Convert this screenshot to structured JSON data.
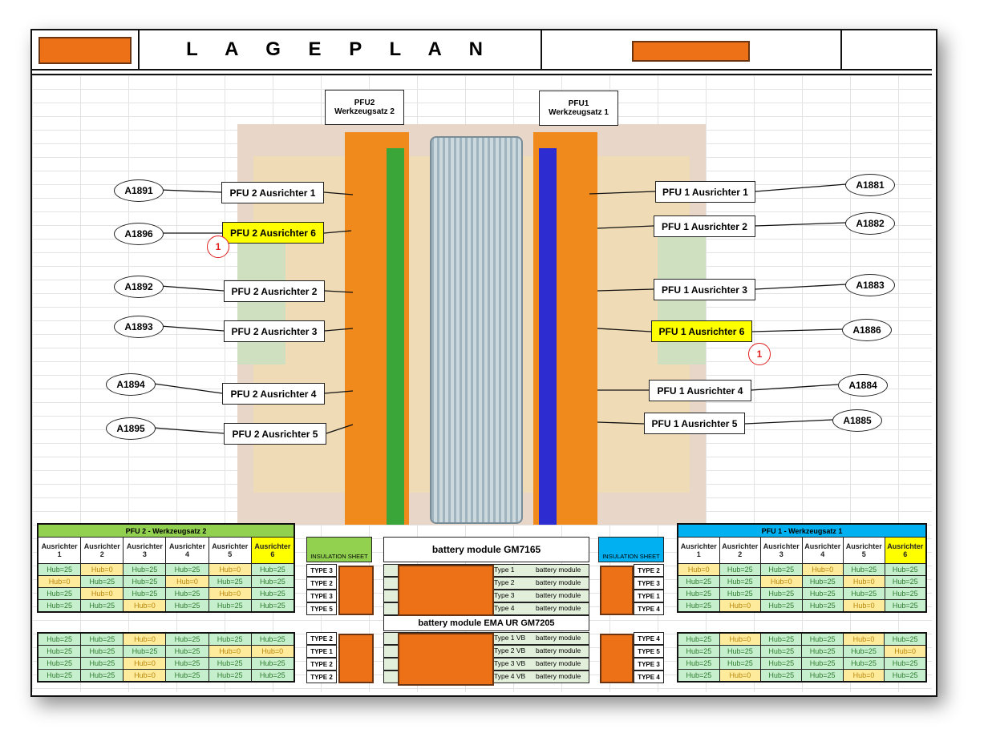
{
  "header": {
    "title": "L A G E P L A N"
  },
  "tool_sets": {
    "pfu2": {
      "name": "PFU2",
      "sub": "Werkzeugsatz  2"
    },
    "pfu1": {
      "name": "PFU1",
      "sub": "Werkzeugsatz  1"
    }
  },
  "callouts_left": [
    {
      "id": "A1891",
      "label": "PFU 2 Ausrichter 1",
      "highlight": false
    },
    {
      "id": "A1896",
      "label": "PFU 2 Ausrichter 6",
      "highlight": true
    },
    {
      "id": "A1892",
      "label": "PFU 2 Ausrichter 2",
      "highlight": false
    },
    {
      "id": "A1893",
      "label": "PFU 2 Ausrichter 3",
      "highlight": false
    },
    {
      "id": "A1894",
      "label": "PFU 2 Ausrichter 4",
      "highlight": false
    },
    {
      "id": "A1895",
      "label": "PFU 2 Ausrichter 5",
      "highlight": false
    }
  ],
  "callouts_right": [
    {
      "id": "A1881",
      "label": "PFU 1 Ausrichter 1",
      "highlight": false
    },
    {
      "id": "A1882",
      "label": "PFU 1 Ausrichter 2",
      "highlight": false
    },
    {
      "id": "A1883",
      "label": "PFU 1 Ausrichter 3",
      "highlight": false
    },
    {
      "id": "A1886",
      "label": "PFU 1 Ausrichter 6",
      "highlight": true
    },
    {
      "id": "A1884",
      "label": "PFU 1 Ausrichter 4",
      "highlight": false
    },
    {
      "id": "A1885",
      "label": "PFU 1 Ausrichter 5",
      "highlight": false
    }
  ],
  "markers": {
    "left": "1",
    "right": "1"
  },
  "colors": {
    "green_cell": "#c6efce",
    "orange_cell": "#ffeb9c",
    "pfu2": "#92d050",
    "pfu1": "#00b0f0",
    "highlight": "#ffff00",
    "redact": "#ec7117"
  },
  "pfu2_table": {
    "title": "PFU 2 - Werkzeugsatz 2",
    "headers": [
      "Ausrichter 1",
      "Ausrichter 2",
      "Ausrichter 3",
      "Ausrichter 4",
      "Ausrichter 5",
      "Ausrichter 6"
    ],
    "block1": [
      [
        "Hub=25",
        "Hub=0",
        "Hub=25",
        "Hub=25",
        "Hub=0",
        "Hub=25"
      ],
      [
        "Hub=0",
        "Hub=25",
        "Hub=25",
        "Hub=0",
        "Hub=25",
        "Hub=25"
      ],
      [
        "Hub=25",
        "Hub=0",
        "Hub=25",
        "Hub=25",
        "Hub=0",
        "Hub=25"
      ],
      [
        "Hub=25",
        "Hub=25",
        "Hub=0",
        "Hub=25",
        "Hub=25",
        "Hub=25"
      ]
    ],
    "block2": [
      [
        "Hub=25",
        "Hub=25",
        "Hub=0",
        "Hub=25",
        "Hub=25",
        "Hub=25"
      ],
      [
        "Hub=25",
        "Hub=25",
        "Hub=25",
        "Hub=25",
        "Hub=0",
        "Hub=0"
      ],
      [
        "Hub=25",
        "Hub=25",
        "Hub=0",
        "Hub=25",
        "Hub=25",
        "Hub=25"
      ],
      [
        "Hub=25",
        "Hub=25",
        "Hub=0",
        "Hub=25",
        "Hub=25",
        "Hub=25"
      ]
    ]
  },
  "pfu1_table": {
    "title": "PFU 1 - Werkzeugsatz 1",
    "headers": [
      "Ausrichter 1",
      "Ausrichter 2",
      "Ausrichter 3",
      "Ausrichter 4",
      "Ausrichter 5",
      "Ausrichter 6"
    ],
    "block1": [
      [
        "Hub=0",
        "Hub=25",
        "Hub=25",
        "Hub=0",
        "Hub=25",
        "Hub=25"
      ],
      [
        "Hub=25",
        "Hub=25",
        "Hub=0",
        "Hub=25",
        "Hub=0",
        "Hub=25"
      ],
      [
        "Hub=25",
        "Hub=25",
        "Hub=25",
        "Hub=25",
        "Hub=25",
        "Hub=25"
      ],
      [
        "Hub=25",
        "Hub=0",
        "Hub=25",
        "Hub=25",
        "Hub=0",
        "Hub=25"
      ]
    ],
    "block2": [
      [
        "Hub=25",
        "Hub=0",
        "Hub=25",
        "Hub=25",
        "Hub=0",
        "Hub=25"
      ],
      [
        "Hub=25",
        "Hub=25",
        "Hub=25",
        "Hub=25",
        "Hub=25",
        "Hub=0"
      ],
      [
        "Hub=25",
        "Hub=25",
        "Hub=25",
        "Hub=25",
        "Hub=25",
        "Hub=25"
      ],
      [
        "Hub=25",
        "Hub=0",
        "Hub=25",
        "Hub=25",
        "Hub=0",
        "Hub=25"
      ]
    ]
  },
  "insulation_left": {
    "title": "INSULATION SHEET",
    "block1": [
      "TYPE 3",
      "TYPE 2",
      "TYPE 3",
      "TYPE 5"
    ],
    "block2": [
      "TYPE 2",
      "TYPE 1",
      "TYPE 2",
      "TYPE 2"
    ]
  },
  "insulation_right": {
    "title": "INSULATION SHEET",
    "block1": [
      "TYPE 2",
      "TYPE 3",
      "TYPE 1",
      "TYPE 4"
    ],
    "block2": [
      "TYPE 4",
      "TYPE 5",
      "TYPE 3",
      "TYPE 4"
    ]
  },
  "battery": {
    "title1": "battery module GM7165",
    "types1": [
      "Type 1",
      "Type 2",
      "Type 3",
      "Type 4"
    ],
    "title2": "battery module EMA UR GM7205",
    "types2": [
      "Type 1 VB",
      "Type 2 VB",
      "Type 3 VB",
      "Type 4 VB"
    ],
    "module_label": "battery module"
  }
}
